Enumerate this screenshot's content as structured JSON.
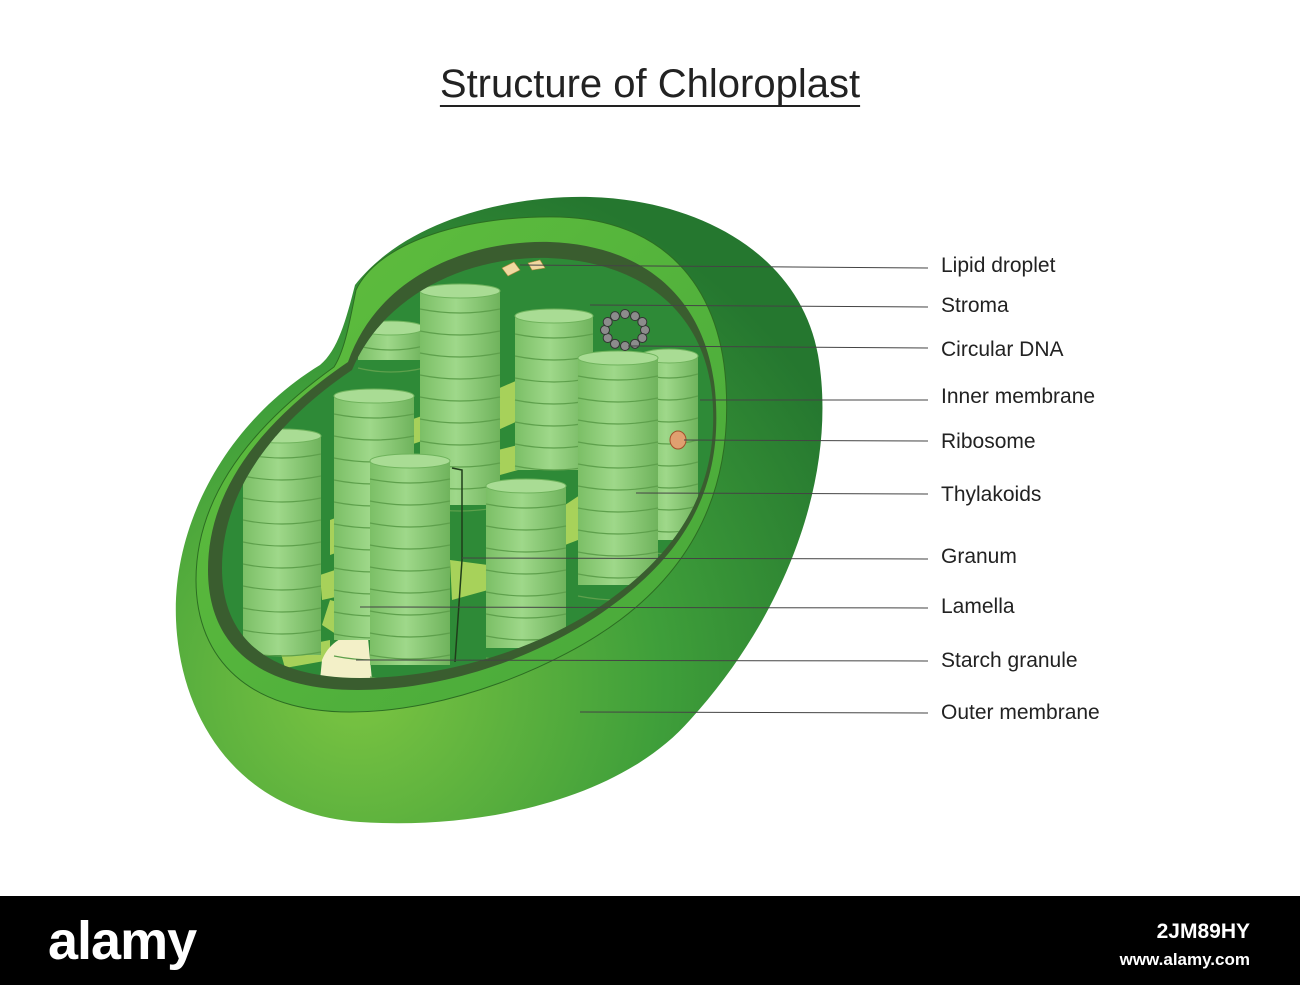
{
  "title": "Structure of Chloroplast",
  "labels": [
    {
      "id": "lipid-droplet",
      "text": "Lipid droplet"
    },
    {
      "id": "stroma",
      "text": "Stroma"
    },
    {
      "id": "circular-dna",
      "text": "Circular DNA"
    },
    {
      "id": "inner-membrane",
      "text": "Inner membrane"
    },
    {
      "id": "ribosome",
      "text": "Ribosome"
    },
    {
      "id": "thylakoids",
      "text": "Thylakoids"
    },
    {
      "id": "granum",
      "text": "Granum"
    },
    {
      "id": "lamella",
      "text": "Lamella"
    },
    {
      "id": "starch-granule",
      "text": "Starch granule"
    },
    {
      "id": "outer-membrane",
      "text": "Outer membrane"
    }
  ],
  "footer": {
    "logo": "alamy",
    "image_id": "2JM89HY",
    "url": "www.alamy.com"
  },
  "colors": {
    "outer": "#3f9f3a",
    "stroma": "#2e8a37",
    "granum": "#8fce7a",
    "lamella": "#b5d95e",
    "ribosome": "#e0a070",
    "starch": "#f3f0c8"
  }
}
